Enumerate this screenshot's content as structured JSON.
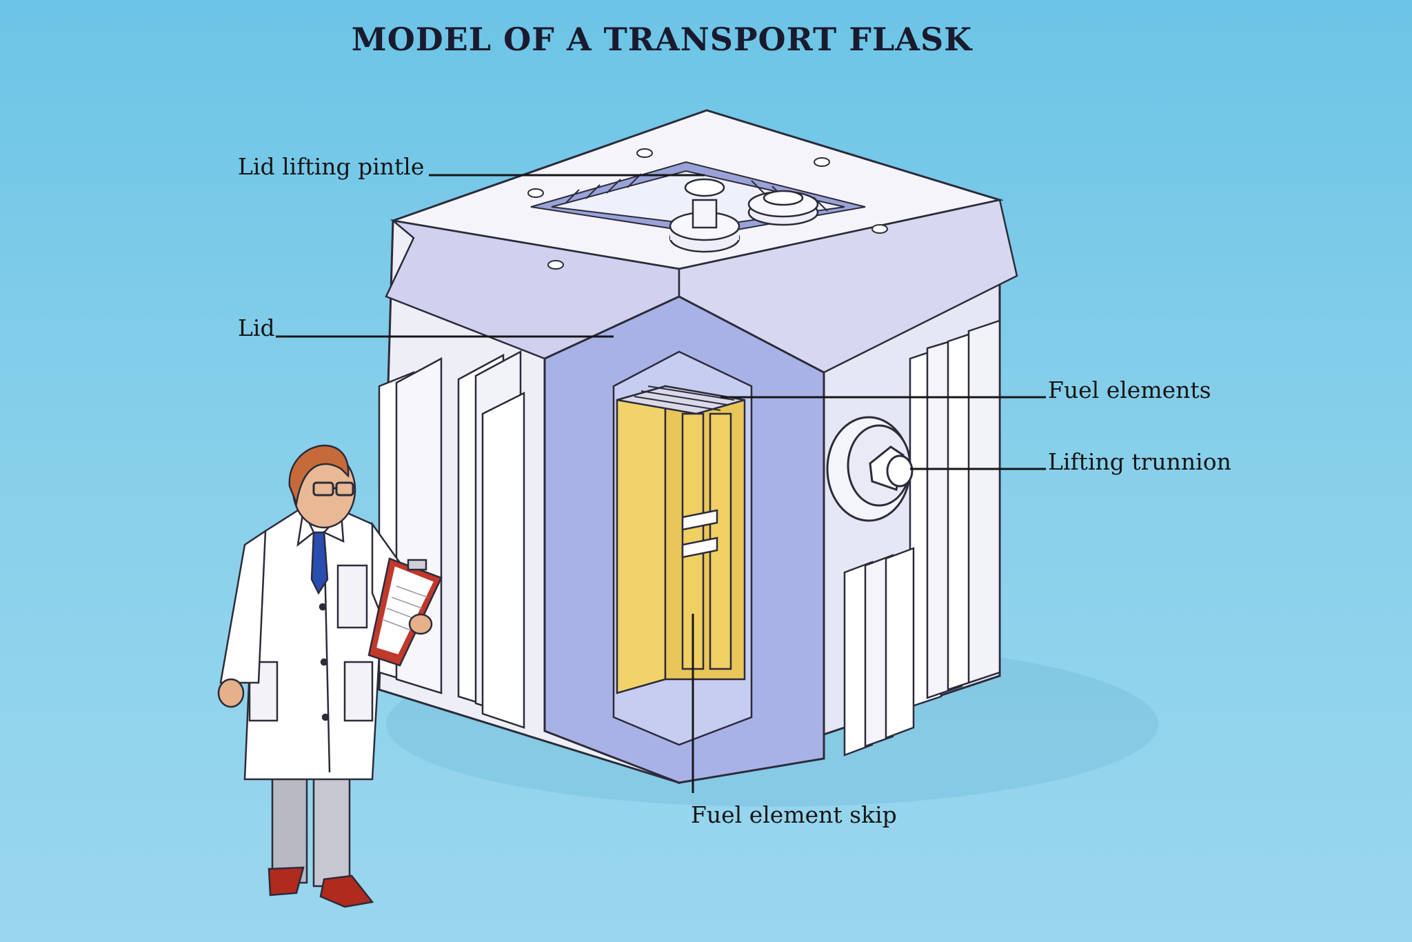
{
  "title": "MODEL OF A TRANSPORT FLASK",
  "labels": {
    "lid_lifting_pintle": "Lid lifting pintle",
    "lid": "Lid",
    "fuel_elements": "Fuel elements",
    "lifting_trunnion": "Lifting trunnion",
    "fuel_element_skip": "Fuel element skip"
  },
  "colors": {
    "background": "#7ccbe8",
    "flask_body": "#f1f1f8",
    "flask_shade": "#c9cbea",
    "cutaway": "#a9b2e6",
    "fuel": "#f2d36a",
    "coat": "#ffffff",
    "hair": "#c76a3a",
    "tie": "#2a4db0",
    "shoes": "#b02a1e",
    "clipboard": "#c0392b"
  }
}
